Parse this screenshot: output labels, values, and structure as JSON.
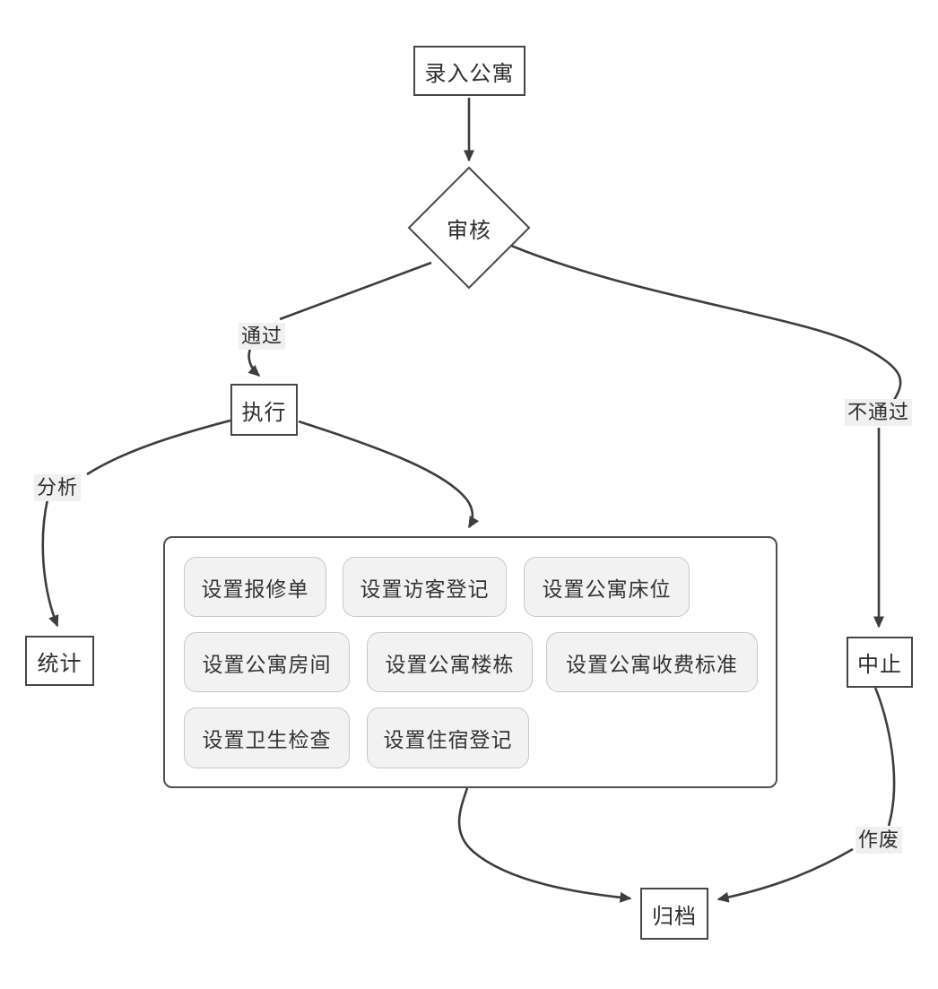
{
  "diagram": {
    "title": "apartment-workflow-flowchart",
    "nodes": {
      "start": {
        "label": "录入公寓"
      },
      "review": {
        "label": "审核"
      },
      "execute": {
        "label": "执行"
      },
      "stats": {
        "label": "统计"
      },
      "abort": {
        "label": "中止"
      },
      "archive": {
        "label": "归档"
      }
    },
    "edge_labels": {
      "pass": "通过",
      "fail": "不通过",
      "analyze": "分析",
      "void": "作废"
    },
    "buttons": [
      "设置报修单",
      "设置访客登记",
      "设置公寓床位",
      "设置公寓房间",
      "设置公寓楼栋",
      "设置公寓收费标准",
      "设置卫生检查",
      "设置住宿登记"
    ],
    "colors": {
      "edge_line": "#3d3d3d",
      "node_border": "#474747",
      "node_background": "#ffffff",
      "group_border": "#4f4f4f",
      "button_background": "#f2f2f2",
      "button_border": "#c7c7c7",
      "label_background": "#f0f0f0",
      "text": "#2d2d2d"
    }
  }
}
